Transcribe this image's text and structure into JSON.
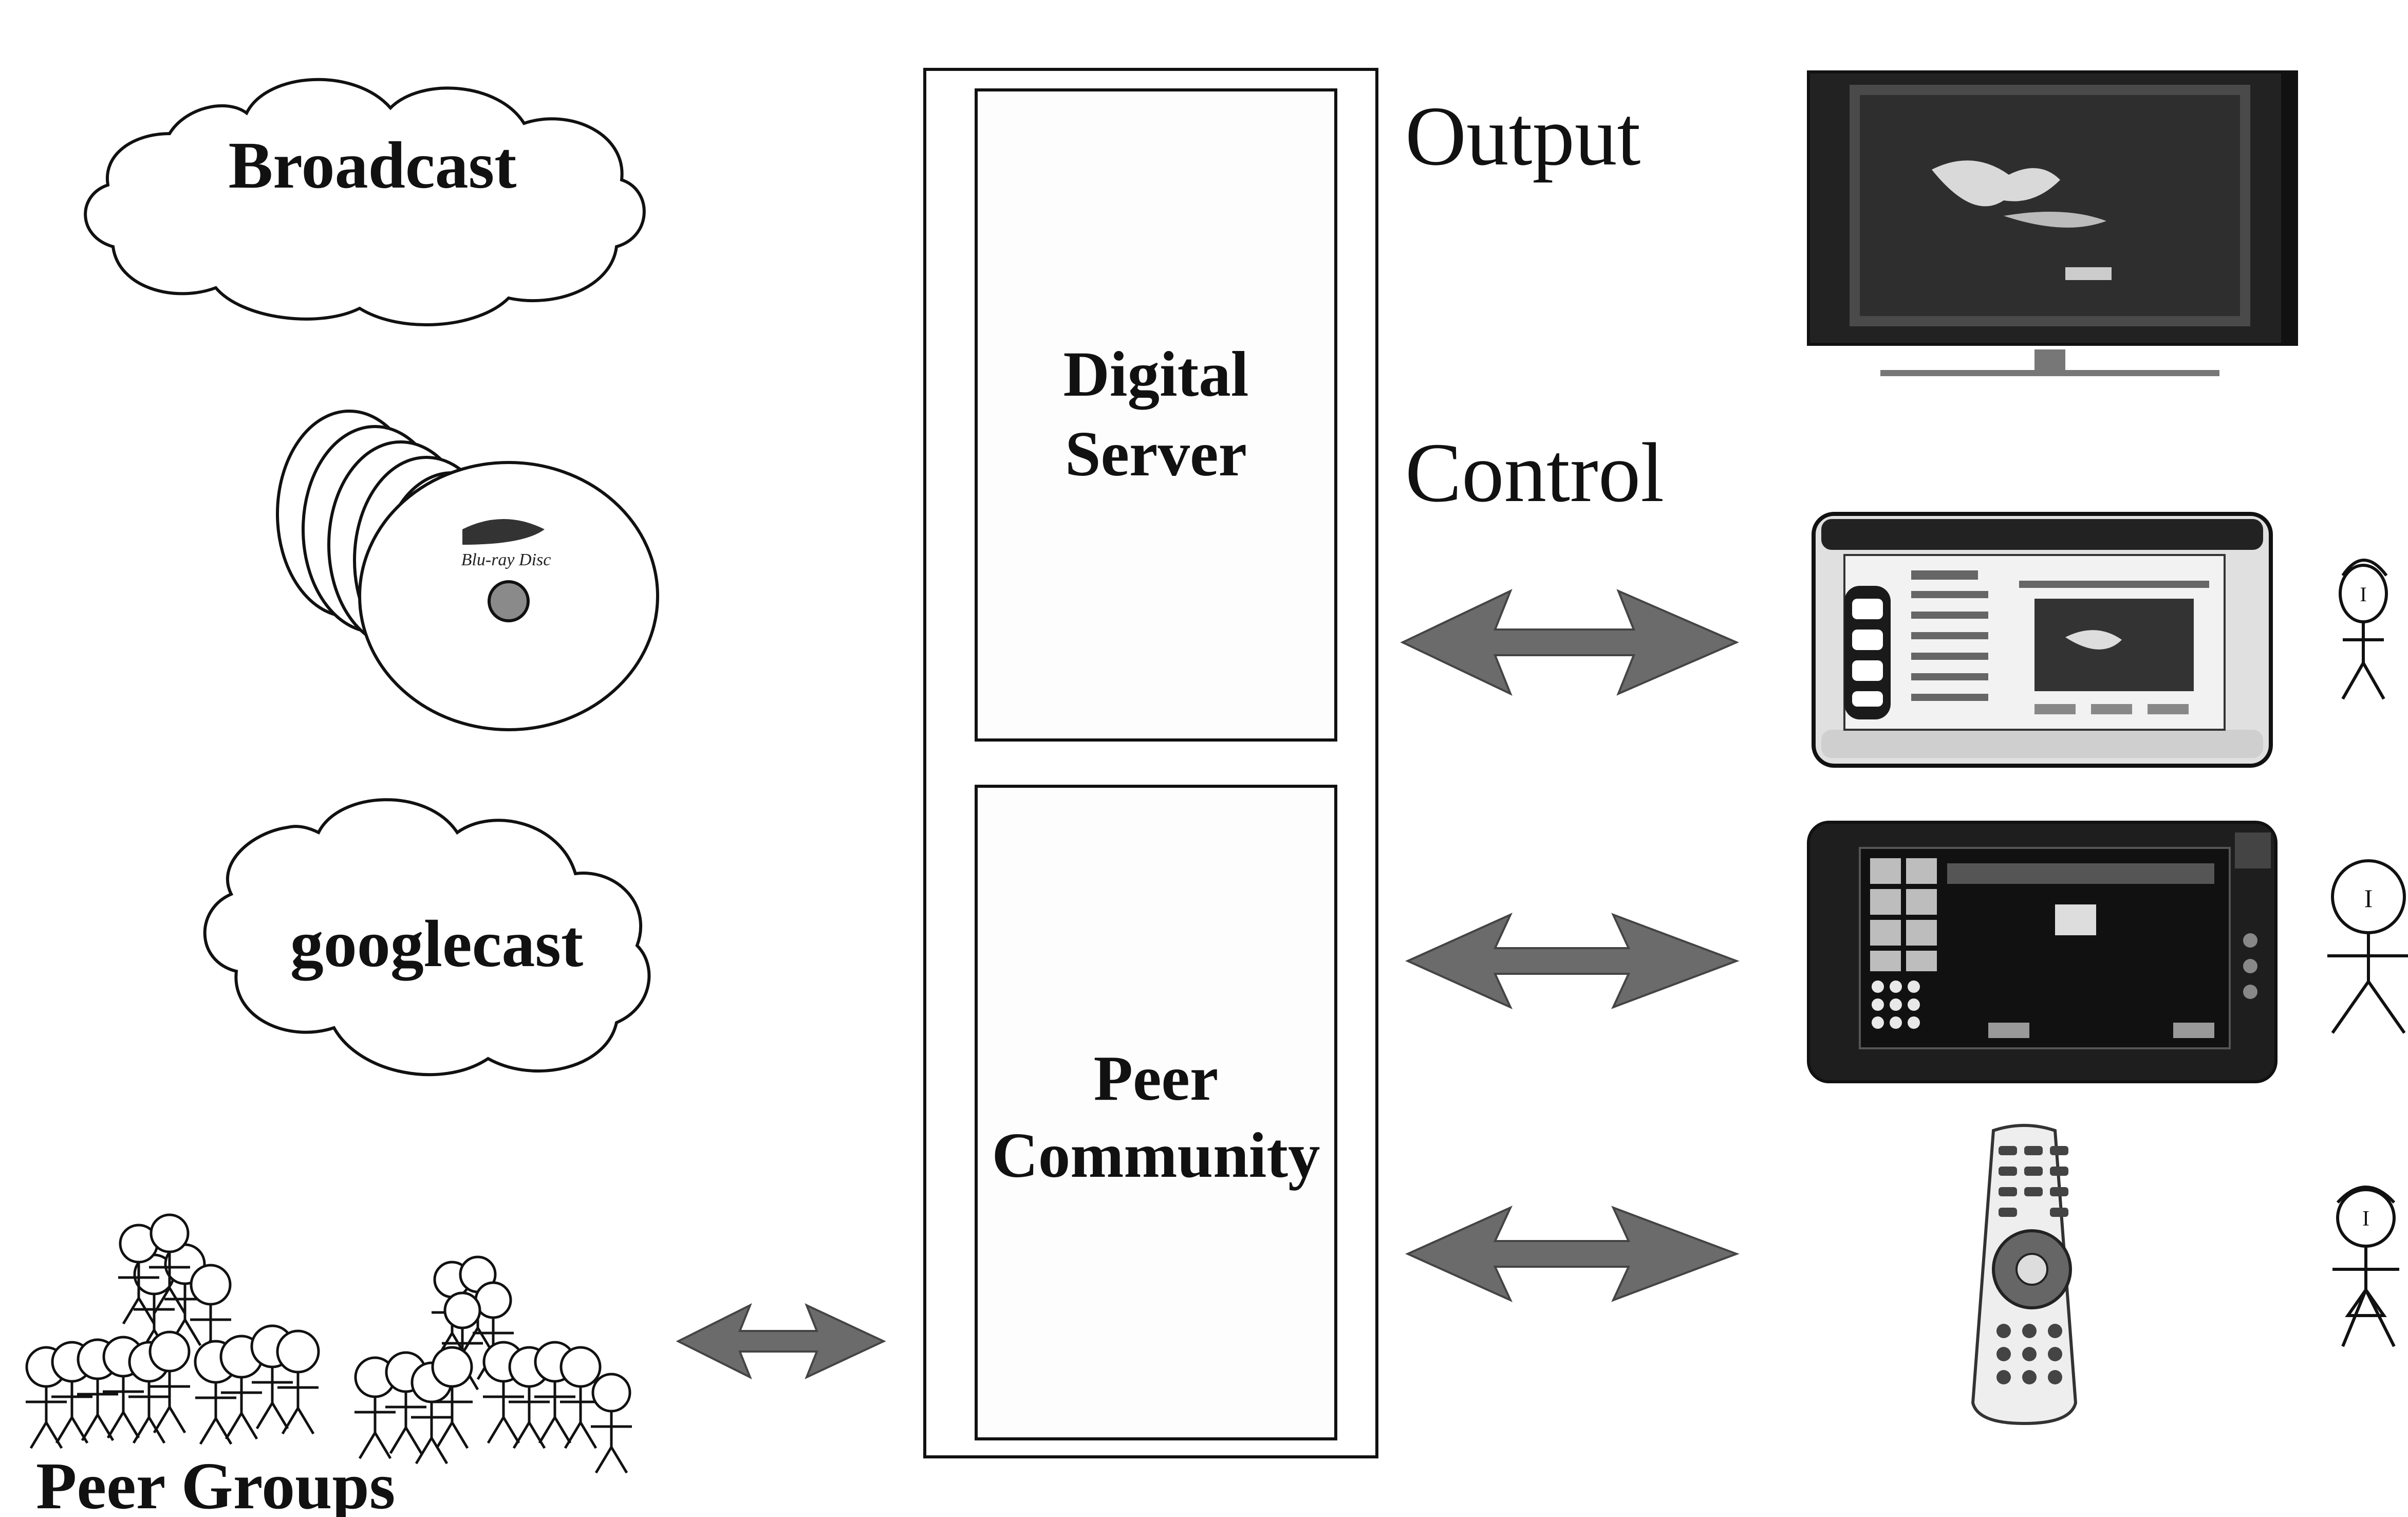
{
  "sources": {
    "broadcast_label": "Broadcast",
    "googlecast_label": "googlecast",
    "peer_groups_label": "Peer Groups"
  },
  "server": {
    "digital_server_line1": "Digital",
    "digital_server_line2": "Server",
    "peer_community_line1": "Peer",
    "peer_community_line2": "Community"
  },
  "labels": {
    "output": "Output",
    "control": "Control"
  },
  "colors": {
    "arrow": "#6b6b6b",
    "ink": "#111111"
  }
}
